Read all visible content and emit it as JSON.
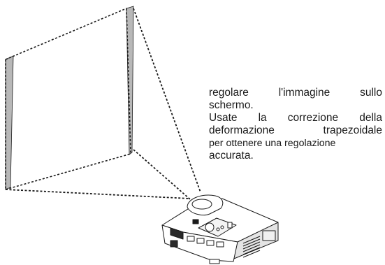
{
  "caption": {
    "lines": [
      "regolare l'immagine sullo",
      "schermo.",
      "Usate la correzione della",
      "deformazione trapezoidale",
      "per ottenere una regolazione",
      "accurata."
    ]
  },
  "colors": {
    "line": "#1a1a1a",
    "screen_edge_fill": "#b8b8b8",
    "projector_body": "#ffffff",
    "projector_shadow": "#dcdcdc"
  },
  "icons": {
    "projector": "projector-device-illustration",
    "screen": "keystone-screen-outline"
  }
}
